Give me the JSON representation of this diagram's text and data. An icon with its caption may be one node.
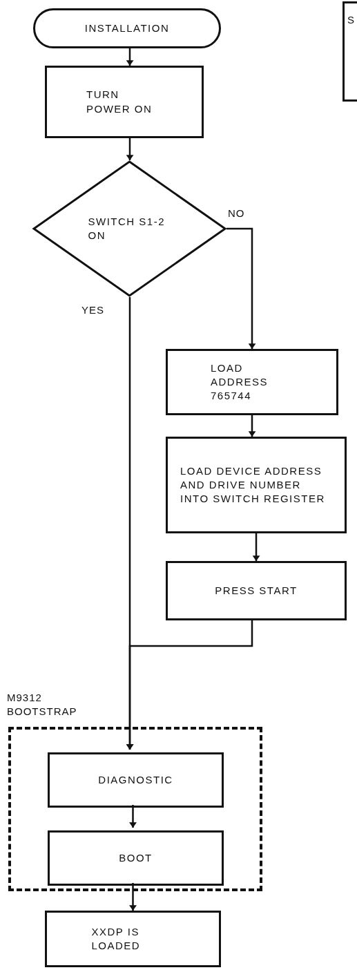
{
  "diagram": {
    "nodes": [
      {
        "text": [
          "INSTALLATION"
        ]
      },
      {
        "text": [
          "S"
        ]
      },
      {
        "text": [
          "TURN POWER ON"
        ]
      },
      {
        "text": [
          "SWITCH S1-2 ON"
        ]
      },
      {
        "text": [
          "LOAD ADDRESS 765744"
        ]
      },
      {
        "text": [
          "LOAD DEVICE ADDRESS AND DRIVE NUMBER INTO SWITCH REGISTER"
        ]
      },
      {
        "text": [
          "PRESS START"
        ]
      },
      {
        "text": [
          "M9312 BOOTSTRAP"
        ]
      },
      {
        "text": [
          "DIAGNOSTIC"
        ],
        "in": 7
      },
      {
        "text": [
          "BOOT"
        ],
        "in": 7
      },
      {
        "text": [
          "XXDP IS LOADED"
        ]
      }
    ],
    "edges": [
      {
        "from": 0,
        "to": 2,
        "arrow": "to"
      },
      {
        "from": 2,
        "to": 3,
        "arrow": "to"
      },
      {
        "from": 3,
        "to": 4,
        "arrow": "to",
        "label": "NO"
      },
      {
        "from": 3,
        "to": 8,
        "arrow": "to",
        "label": "YES"
      },
      {
        "from": 4,
        "to": 5,
        "arrow": "to"
      },
      {
        "from": 5,
        "to": 6,
        "arrow": "to"
      },
      {
        "from": 6,
        "to": 8,
        "arrow": "to"
      },
      {
        "from": 8,
        "to": 9,
        "arrow": "to"
      },
      {
        "from": 9,
        "to": 10,
        "arrow": "to"
      }
    ]
  }
}
